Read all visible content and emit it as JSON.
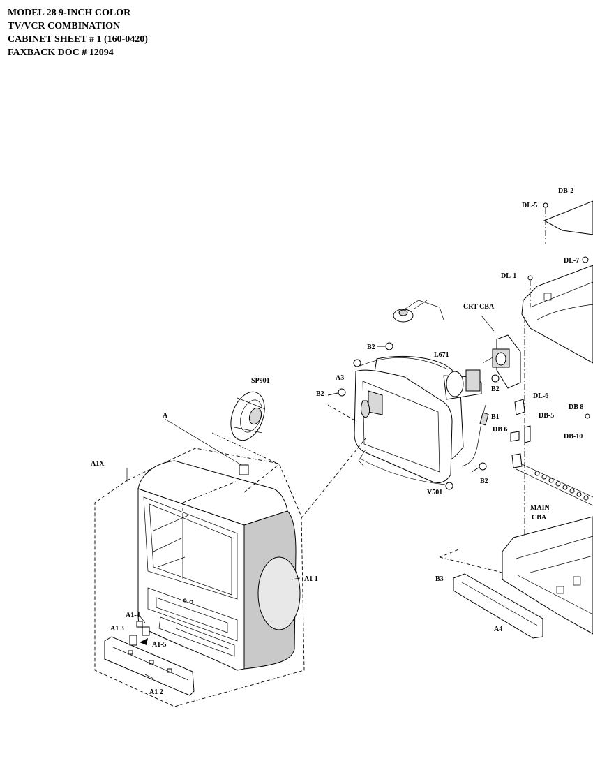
{
  "header": {
    "line1": "MODEL 28 9-INCH COLOR",
    "line2": "TV/VCR COMBINATION",
    "line3": "CABINET SHEET # 1  (160-0420)",
    "line4": "FAXBACK DOC # 12094"
  },
  "labels": {
    "db2": "DB-2",
    "dl5": "DL-5",
    "dl7": "DL-7",
    "dl1": "DL-1",
    "crt_cba": "CRT CBA",
    "b2_top": "B2",
    "l671": "L671",
    "a3": "A3",
    "b2_left": "B2",
    "b2_right": "B2",
    "sp901": "SP901",
    "dl6": "DL-6",
    "db5": "DB-5",
    "db8": "DB 8",
    "db10": "DB-10",
    "db6": "DB 6",
    "b1": "B1",
    "a": "A",
    "a1x": "A1X",
    "b2_bottom": "B2",
    "v501": "V501",
    "main_cba_1": "MAIN",
    "main_cba_2": "CBA",
    "a1_1": "A1 1",
    "b3": "B3",
    "a4": "A4",
    "a1_4": "A1-4",
    "a1_3": "A1 3",
    "a1_5": "A1-5",
    "a1_2": "A1 2"
  }
}
